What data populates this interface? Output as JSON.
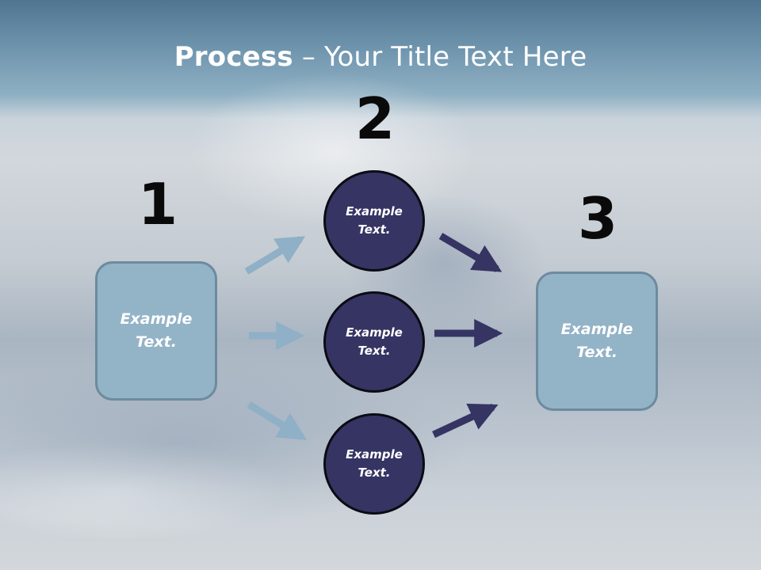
{
  "title": {
    "bold": "Process",
    "rest": " – Your Title Text Here"
  },
  "steps": {
    "n1": "1",
    "n2": "2",
    "n3": "3"
  },
  "left_box": {
    "line1": "Example",
    "line2": "Text."
  },
  "circles": [
    {
      "line1": "Example",
      "line2": "Text."
    },
    {
      "line1": "Example",
      "line2": "Text."
    },
    {
      "line1": "Example",
      "line2": "Text."
    }
  ],
  "right_box": {
    "line1": "Example",
    "line2": "Text."
  },
  "colors": {
    "box_fill": "#93b3c7",
    "circle_fill": "#353463",
    "arrow_light": "#8fb0c6",
    "arrow_dark": "#353463"
  }
}
